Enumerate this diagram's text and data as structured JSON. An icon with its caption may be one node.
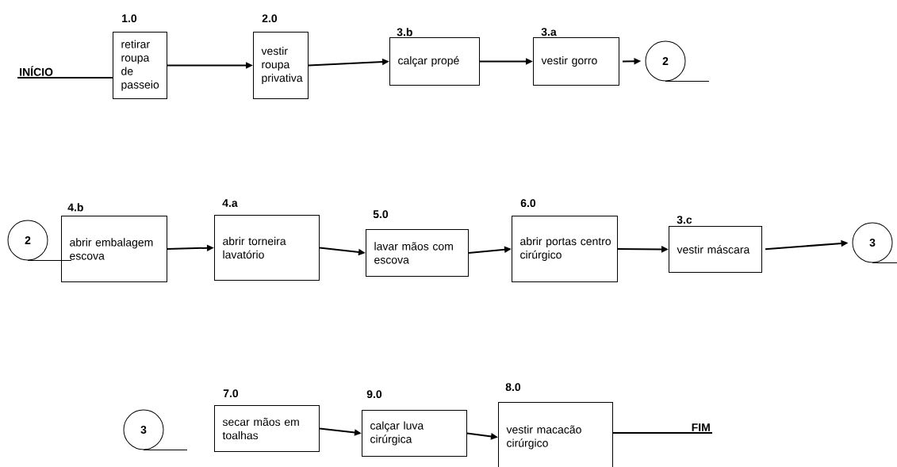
{
  "diagram": {
    "nodes": [
      {
        "text": [
          "INÍCIO"
        ]
      },
      {
        "text": [
          "1.0",
          "retirar roupa de passeio"
        ]
      },
      {
        "text": [
          "2.0",
          "vestir roupa privativa"
        ]
      },
      {
        "text": [
          "3.b",
          "calçar propé"
        ]
      },
      {
        "text": [
          "3.a",
          "vestir gorro"
        ]
      },
      {
        "text": [
          "2"
        ]
      },
      {
        "text": [
          "2"
        ]
      },
      {
        "text": [
          "4.b",
          "abrir embalagem escova"
        ]
      },
      {
        "text": [
          "4.a",
          "abrir torneira lavatório"
        ]
      },
      {
        "text": [
          "5.0",
          "lavar mãos com escova"
        ]
      },
      {
        "text": [
          "6.0",
          "abrir portas centro cirúrgico"
        ]
      },
      {
        "text": [
          "3.c",
          "vestir máscara"
        ]
      },
      {
        "text": [
          "3"
        ]
      },
      {
        "text": [
          "3"
        ]
      },
      {
        "text": [
          "7.0",
          "secar mãos em toalhas"
        ]
      },
      {
        "text": [
          "9.0",
          "calçar luva cirúrgica"
        ]
      },
      {
        "text": [
          "8.0",
          "vestir macacão cirúrgico"
        ]
      },
      {
        "text": [
          "FIM"
        ]
      }
    ],
    "edges": [
      {
        "from": 0,
        "to": 1,
        "arrow": "none"
      },
      {
        "from": 1,
        "to": 2,
        "arrow": "to"
      },
      {
        "from": 2,
        "to": 3,
        "arrow": "to"
      },
      {
        "from": 3,
        "to": 4,
        "arrow": "to"
      },
      {
        "from": 4,
        "to": 5,
        "arrow": "to"
      },
      {
        "from": 7,
        "to": 8,
        "arrow": "to"
      },
      {
        "from": 8,
        "to": 9,
        "arrow": "to"
      },
      {
        "from": 9,
        "to": 10,
        "arrow": "to"
      },
      {
        "from": 10,
        "to": 11,
        "arrow": "to"
      },
      {
        "from": 11,
        "to": 12,
        "arrow": "to"
      },
      {
        "from": 14,
        "to": 15,
        "arrow": "to"
      },
      {
        "from": 15,
        "to": 16,
        "arrow": "to"
      },
      {
        "from": 16,
        "to": 17,
        "arrow": "none"
      }
    ]
  }
}
